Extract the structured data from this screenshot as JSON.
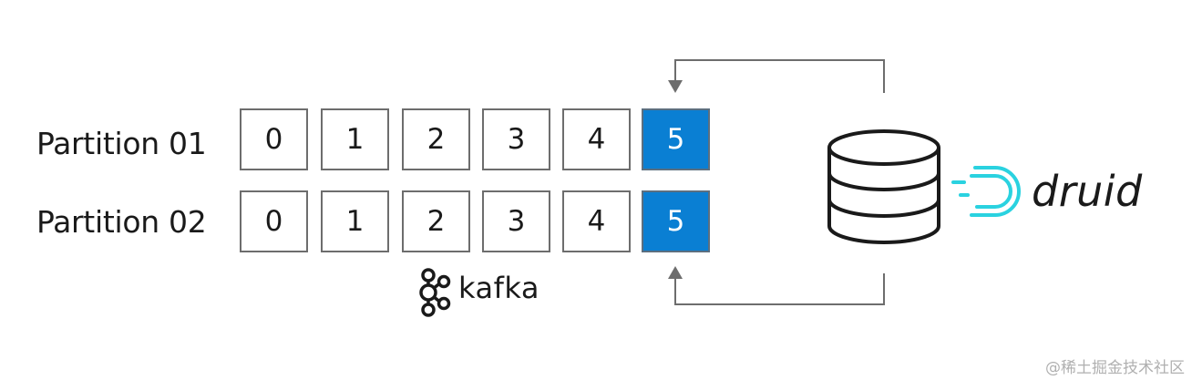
{
  "partitions": [
    {
      "label": "Partition 01",
      "offsets": [
        "0",
        "1",
        "2",
        "3",
        "4",
        "5"
      ],
      "latest_offset": "5"
    },
    {
      "label": "Partition 02",
      "offsets": [
        "0",
        "1",
        "2",
        "3",
        "4",
        "5"
      ],
      "latest_offset": "5"
    }
  ],
  "source": {
    "name": "kafka",
    "icon": "kafka-logo-icon"
  },
  "sink": {
    "name": "druid",
    "icon": "druid-logo-icon",
    "store_icon": "database-icon"
  },
  "colors": {
    "latest_cell": "#0a7fd3",
    "cell_border": "#6d6d6d",
    "arrow": "#6d6d6d",
    "druid_accent": "#2ad2e0",
    "text": "#1a1a1a",
    "watermark": "#b0b0b0"
  },
  "watermark": "@稀土掘金技术社区"
}
